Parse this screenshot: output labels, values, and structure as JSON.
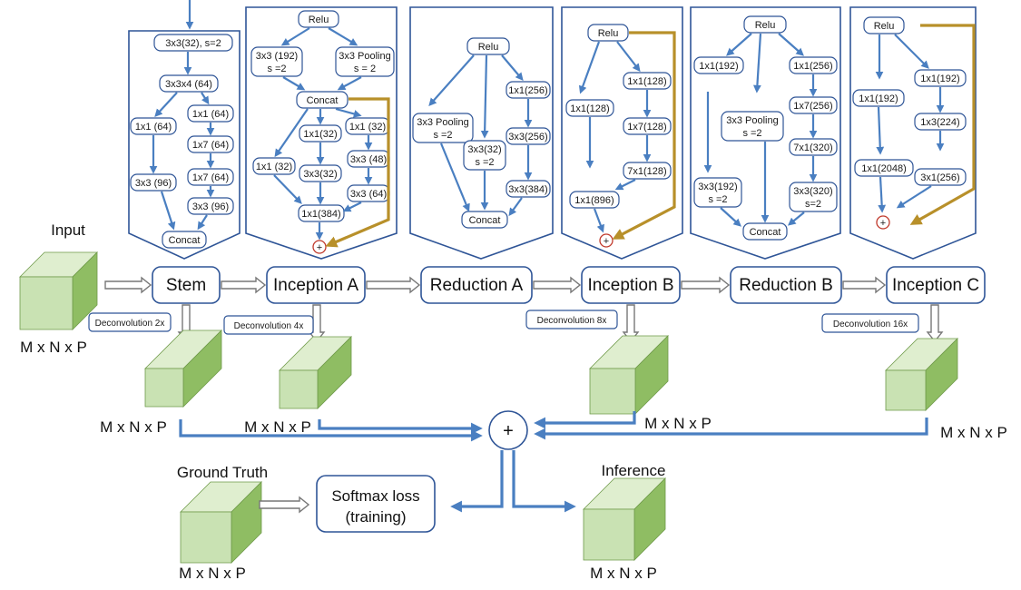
{
  "colors": {
    "node_border": "#2f5597",
    "arrow_blue": "#4a7fc1",
    "arrow_gold": "#b8902a",
    "cube_front": "#c9e2b3",
    "cube_top": "#dfeecf",
    "cube_side": "#8fbd63",
    "plus_circle": "#c0392b"
  },
  "labels": {
    "input": "Input",
    "dims": "M x N x P",
    "ground_truth": "Ground Truth",
    "inference": "Inference",
    "softmax_line1": "Softmax loss",
    "softmax_line2": "(training)",
    "plus": "+"
  },
  "pipeline": {
    "stages": [
      "Stem",
      "Inception  A",
      "Reduction  A",
      "Inception  B",
      "Reduction  B",
      "Inception  C"
    ],
    "deconvolutions": [
      "Deconvolution 2x",
      "Deconvolution 4x",
      "Deconvolution 8x",
      "Deconvolution 16x"
    ]
  },
  "blocks": {
    "stem": [
      "3x3(32), s=2",
      "3x3x4 (64)",
      "1x1 (64)",
      "1x1 (64)",
      "1x7 (64)",
      "3x3 (96)",
      "1x7 (64)",
      "3x3 (96)",
      "Concat"
    ],
    "inception_a": [
      "Relu",
      "3x3 (192)",
      "s =2",
      "3x3 Pooling",
      "s = 2",
      "Concat",
      "1x1(32)",
      "1x1 (32)",
      "1x1 (32)",
      "3x3 (48)",
      "3x3(32)",
      "3x3 (64)",
      "1x1(384)"
    ],
    "reduction_a": [
      "Relu",
      "1x1(256)",
      "3x3 Pooling",
      "s =2",
      "3x3(256)",
      "3x3(32)",
      "s =2",
      "3x3(384)",
      "Concat"
    ],
    "inception_b": [
      "Relu",
      "1x1(128)",
      "1x1(128)",
      "1x7(128)",
      "7x1(128)",
      "1x1(896)"
    ],
    "reduction_b": [
      "Relu",
      "1x1(192)",
      "1x1(256)",
      "1x7(256)",
      "3x3 Pooling",
      "s =2",
      "7x1(320)",
      "3x3(192)",
      "s =2",
      "3x3(320)",
      "s=2",
      "Concat"
    ],
    "inception_c": [
      "Relu",
      "1x1(192)",
      "1x1(192)",
      "1x3(224)",
      "1x1(2048)",
      "3x1(256)"
    ]
  }
}
